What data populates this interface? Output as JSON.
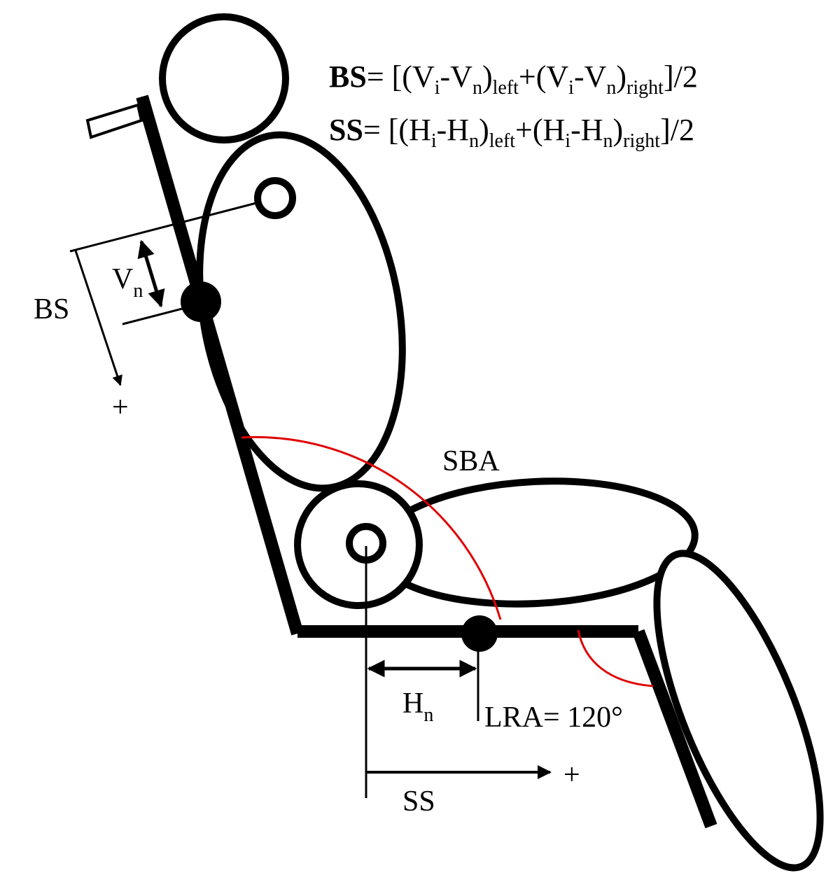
{
  "formulas": {
    "bs": {
      "name": "BS",
      "eq": "= [(V",
      "s1": "i",
      "t1": "-V",
      "s2": "n",
      "t2": ")",
      "s3": "left",
      "t3": "+(V",
      "s4": "i",
      "t4": "-V",
      "s5": "n",
      "t5": ")",
      "s6": "right",
      "t6": "]/2"
    },
    "ss": {
      "name": "SS",
      "eq": "= [(H",
      "s1": "i",
      "t1": "-H",
      "s2": "n",
      "t2": ")",
      "s3": "left",
      "t3": "+(H",
      "s4": "i",
      "t4": "-H",
      "s5": "n",
      "t5": ")",
      "s6": "right",
      "t6": "]/2"
    }
  },
  "labels": {
    "bs": "BS",
    "bs_plus": "+",
    "vn_main": "V",
    "vn_sub": "n",
    "sba": "SBA",
    "hn_main": "H",
    "hn_sub": "n",
    "lra": "LRA= 120°",
    "ss": "SS",
    "ss_plus": "+"
  },
  "colors": {
    "outline": "#000000",
    "angle_arc": "#e00000"
  }
}
